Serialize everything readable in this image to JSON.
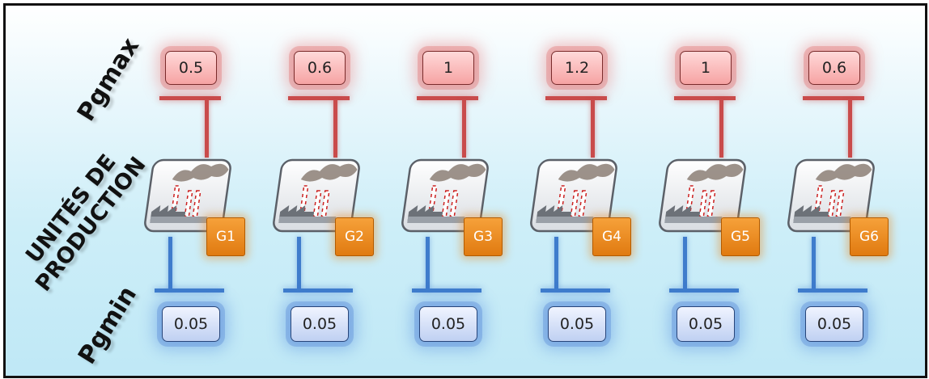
{
  "labels": {
    "pgmax": "Pgmax",
    "units_line1": "UNITÉS DE",
    "units_line2": "PRODUCTION",
    "pgmin": "Pgmin"
  },
  "units": [
    {
      "name": "G1",
      "pgmax": "0.5",
      "pgmin": "0.05"
    },
    {
      "name": "G2",
      "pgmax": "0.6",
      "pgmin": "0.05"
    },
    {
      "name": "G3",
      "pgmax": "1",
      "pgmin": "0.05"
    },
    {
      "name": "G4",
      "pgmax": "1.2",
      "pgmin": "0.05"
    },
    {
      "name": "G5",
      "pgmax": "1",
      "pgmin": "0.05"
    },
    {
      "name": "G6",
      "pgmax": "0.6",
      "pgmin": "0.05"
    }
  ],
  "colors": {
    "max_accent": "#c94b4b",
    "min_accent": "#3f7ccc",
    "generator_badge": "#ee8a1f",
    "background": "#cdeef8"
  },
  "icons": {
    "plant": "factory-icon"
  }
}
